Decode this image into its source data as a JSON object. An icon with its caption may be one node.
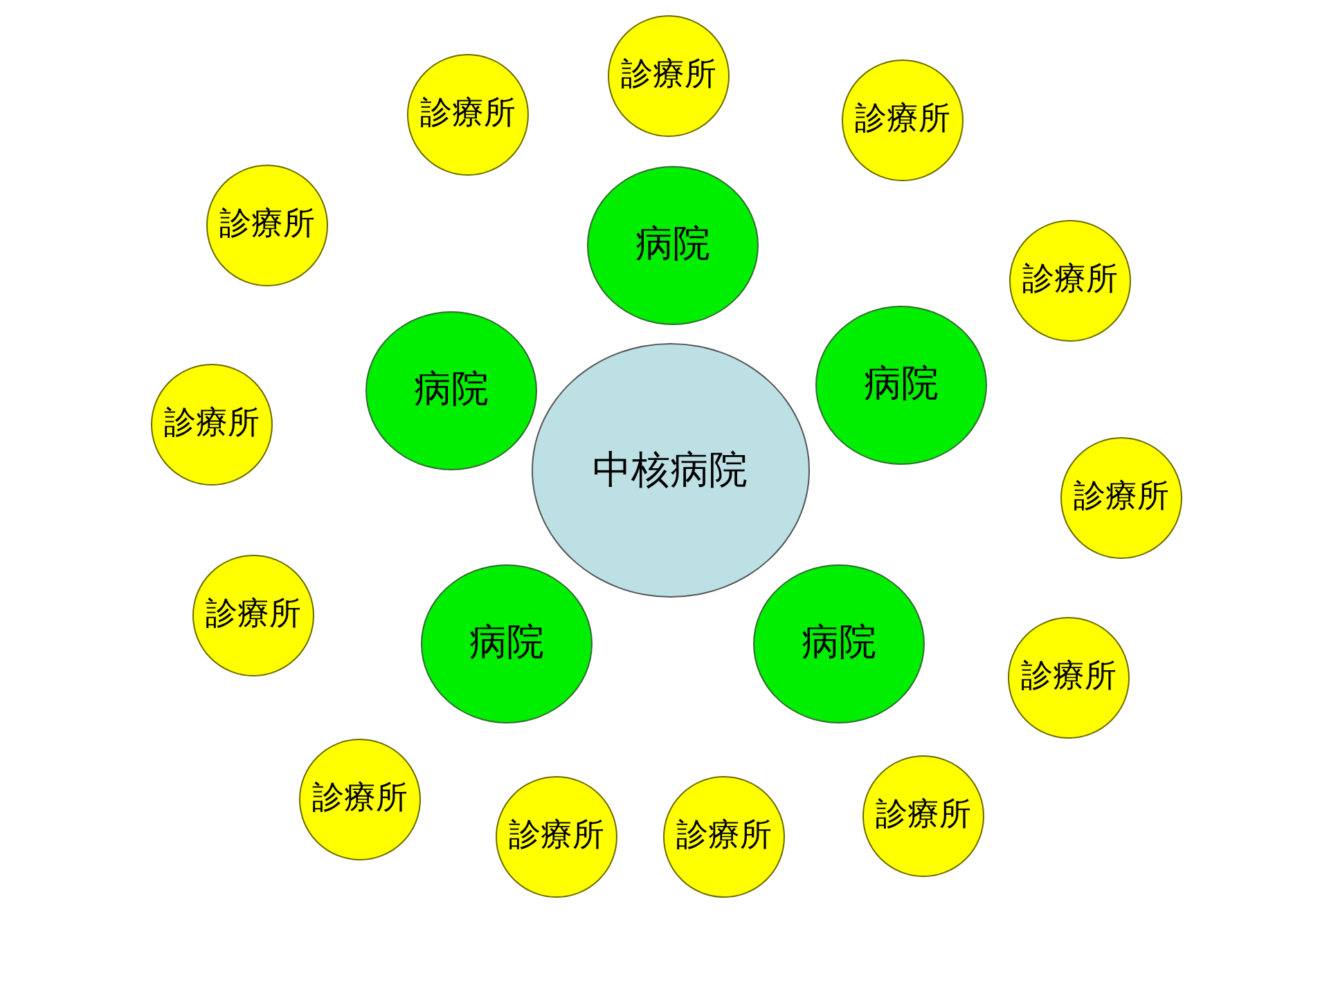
{
  "diagram": {
    "nodes": [
      {
        "text": [
          "診療所"
        ]
      },
      {
        "text": [
          "診療所"
        ]
      },
      {
        "text": [
          "診療所"
        ]
      },
      {
        "text": [
          "診療所"
        ]
      },
      {
        "text": [
          "病院"
        ]
      },
      {
        "text": [
          "診療所"
        ]
      },
      {
        "text": [
          "病院"
        ]
      },
      {
        "text": [
          "病院"
        ]
      },
      {
        "text": [
          "診療所"
        ]
      },
      {
        "text": [
          "中核病院"
        ]
      },
      {
        "text": [
          "診療所"
        ]
      },
      {
        "text": [
          "診療所"
        ]
      },
      {
        "text": [
          "病院"
        ]
      },
      {
        "text": [
          "病院"
        ]
      },
      {
        "text": [
          "診療所"
        ]
      },
      {
        "text": [
          "診療所"
        ]
      },
      {
        "text": [
          "診療所"
        ]
      },
      {
        "text": [
          "診療所"
        ]
      },
      {
        "text": [
          "診療所"
        ]
      }
    ]
  }
}
